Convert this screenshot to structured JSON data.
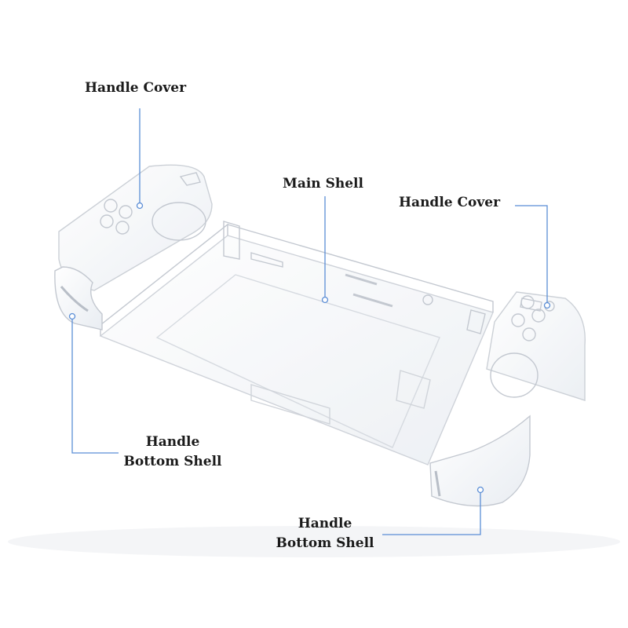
{
  "labels": {
    "handle_cover_left": "Handle Cover",
    "main_shell": "Main Shell",
    "handle_cover_right": "Handle Cover",
    "handle_bottom_shell_left": {
      "line1": "Handle",
      "line2": "Bottom Shell"
    },
    "handle_bottom_shell_right": {
      "line1": "Handle",
      "line2": "Bottom Shell"
    }
  },
  "colors": {
    "leader_line": "#5b8ed6",
    "text": "#1a1a1a",
    "shell_stroke": "#c9ced6",
    "shell_fill": "#f3f5f8"
  }
}
